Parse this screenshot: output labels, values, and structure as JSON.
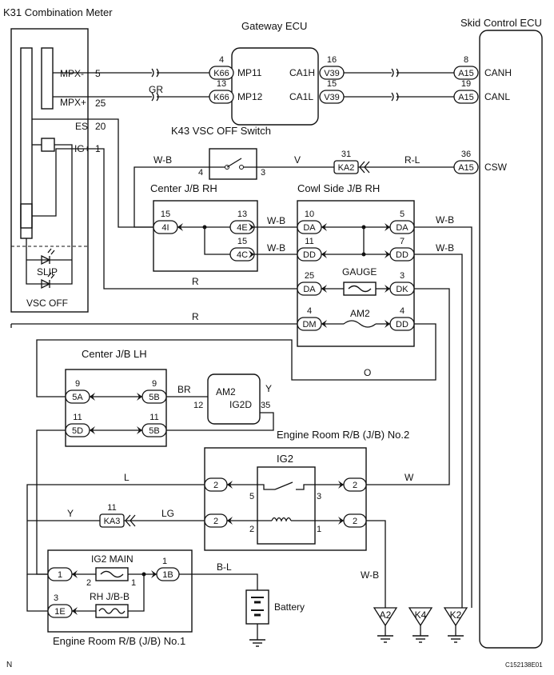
{
  "titles": {
    "combination_meter": "K31 Combination Meter",
    "gateway_ecu": "Gateway ECU",
    "skid_ecu": "Skid Control ECU",
    "vsc_switch": "K43 VSC OFF Switch",
    "center_jb_rh": "Center J/B RH",
    "cowl_jb_rh": "Cowl Side J/B RH",
    "center_jb_lh": "Center J/B LH",
    "engine_rb2": "Engine Room R/B (J/B) No.2",
    "engine_rb1": "Engine Room R/B (J/B) No.1",
    "ig2": "IG2",
    "ig2_main": "IG2 MAIN",
    "rh_jb_b": "RH J/B-B",
    "gauge": "GAUGE",
    "am2": "AM2",
    "am2_relay_name": "AM2",
    "am2_relay_term": "IG2D",
    "battery": "Battery",
    "slip": "SLIP",
    "vsc_off": "VSC OFF",
    "footer_left": "N",
    "footer_right": "C152138E01"
  },
  "meter_pins": [
    {
      "label": "MPX-",
      "num": "5"
    },
    {
      "label": "MPX+",
      "num": "25"
    },
    {
      "label": "ES",
      "num": "20"
    },
    {
      "label": "IG+",
      "num": "1"
    }
  ],
  "gateway_pins": [
    {
      "conn": "K66",
      "num": "4",
      "label": "MP11"
    },
    {
      "conn": "K66",
      "num": "13",
      "label": "MP12"
    },
    {
      "conn": "V39",
      "num": "16",
      "label": "CA1H"
    },
    {
      "conn": "V39",
      "num": "15",
      "label": "CA1L"
    }
  ],
  "skid_pins": [
    {
      "conn": "A15",
      "num": "8",
      "label": "CANH"
    },
    {
      "conn": "A15",
      "num": "19",
      "label": "CANL"
    },
    {
      "conn": "A15",
      "num": "36",
      "label": "CSW"
    }
  ],
  "connectors": {
    "ka2": {
      "name": "KA2",
      "num": "31"
    },
    "ka3": {
      "name": "KA3",
      "num": "11"
    },
    "center_rh": [
      {
        "name": "4I",
        "num": "15"
      },
      {
        "name": "4E",
        "num": "13"
      },
      {
        "name": "4C",
        "num": "15"
      }
    ],
    "cowl": [
      {
        "name": "DA",
        "num": "10"
      },
      {
        "name": "DD",
        "num": "11"
      },
      {
        "name": "DA",
        "num": "25"
      },
      {
        "name": "DM",
        "num": "4"
      },
      {
        "name": "DA",
        "num": "5"
      },
      {
        "name": "DD",
        "num": "7"
      },
      {
        "name": "DK",
        "num": "3"
      },
      {
        "name": "DD",
        "num": "4"
      }
    ],
    "center_lh": [
      {
        "name": "5A",
        "num": "9"
      },
      {
        "name": "5B",
        "num": "9"
      },
      {
        "name": "5D",
        "num": "11"
      },
      {
        "name": "5B",
        "num": "11"
      }
    ],
    "ig2_conns": [
      "2",
      "2",
      "2",
      "2"
    ],
    "rb1": [
      {
        "name": "1",
        "num": ""
      },
      {
        "name": "1B",
        "num": "1"
      },
      {
        "name": "1E",
        "num": "3"
      }
    ],
    "grounds": [
      "A2",
      "K4",
      "K2"
    ]
  },
  "pin_numbers": {
    "vsc_left": "4",
    "vsc_right": "3",
    "am2_left": "12",
    "am2_right": "35",
    "ig2_tl": "5",
    "ig2_tr": "3",
    "ig2_bl": "2",
    "ig2_br": "1",
    "fuse_left": "2",
    "fuse_right": "1"
  },
  "wires": {
    "gr": "GR",
    "wb1": "W-B",
    "v": "V",
    "rl": "R-L",
    "wb2": "W-B",
    "wb3": "W-B",
    "wb4": "W-B",
    "wb5": "W-B",
    "r1": "R",
    "r2": "R",
    "o": "O",
    "br": "BR",
    "y1": "Y",
    "l": "L",
    "w": "W",
    "y2": "Y",
    "lg": "LG",
    "bl": "B-L",
    "wb6": "W-B"
  }
}
